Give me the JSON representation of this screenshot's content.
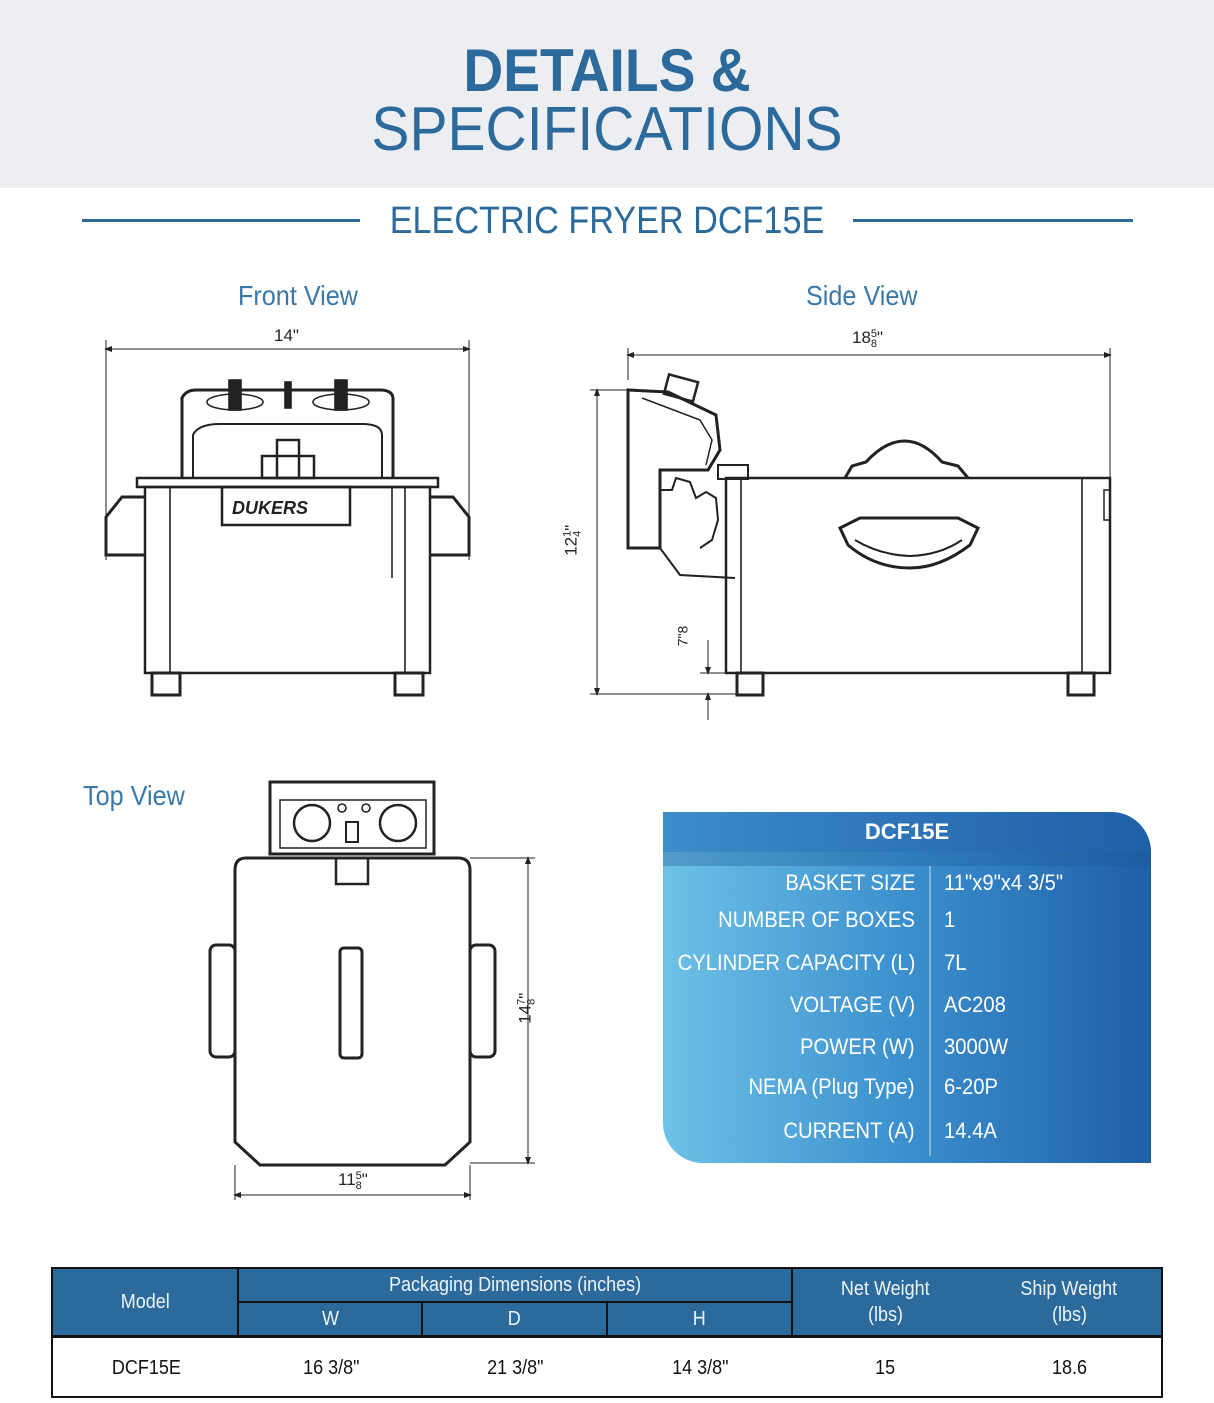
{
  "header": {
    "title_line1": "DETAILS &",
    "title_line2": "SPECIFICATIONS",
    "subtitle": "ELECTRIC FRYER DCF15E"
  },
  "views": {
    "front": {
      "label": "Front View",
      "width": "14\"",
      "logo": "DUKERS"
    },
    "side": {
      "label": "Side View",
      "depth_whole": "18",
      "depth_num": "5",
      "depth_den": "8",
      "height_whole": "12",
      "height_num": "1",
      "height_den": "4",
      "leg_whole": "7",
      "leg_den": "8"
    },
    "top": {
      "label": "Top View",
      "width_whole": "11",
      "width_num": "5",
      "width_den": "8",
      "depth_whole": "14",
      "depth_num": "7",
      "depth_den": "8"
    }
  },
  "spec_card": {
    "title": "DCF15E",
    "rows": [
      {
        "key": "BASKET SIZE",
        "value": "11\"x9\"x4 3/5\""
      },
      {
        "key": "NUMBER OF BOXES",
        "value": "1"
      },
      {
        "key": "CYLINDER CAPACITY (L)",
        "value": "7L"
      },
      {
        "key": "VOLTAGE (V)",
        "value": "AC208"
      },
      {
        "key": "POWER (W)",
        "value": "3000W"
      },
      {
        "key": "NEMA (Plug Type)",
        "value": "6-20P"
      },
      {
        "key": "CURRENT (A)",
        "value": "14.4A"
      }
    ]
  },
  "table": {
    "headers": {
      "model": "Model",
      "packaging": "Packaging Dimensions (inches)",
      "w": "W",
      "d": "D",
      "h": "H",
      "net_weight": "Net Weight",
      "net_weight_unit": "(lbs)",
      "ship_weight": "Ship Weight",
      "ship_weight_unit": "(lbs)"
    },
    "row": {
      "model": "DCF15E",
      "w": "16 3/8\"",
      "d": "21 3/8\"",
      "h": "14 3/8\"",
      "net_weight": "15",
      "ship_weight": "18.6"
    }
  },
  "colors": {
    "brand_blue": "#2b6a9b",
    "header_bg": "#eceef1"
  }
}
